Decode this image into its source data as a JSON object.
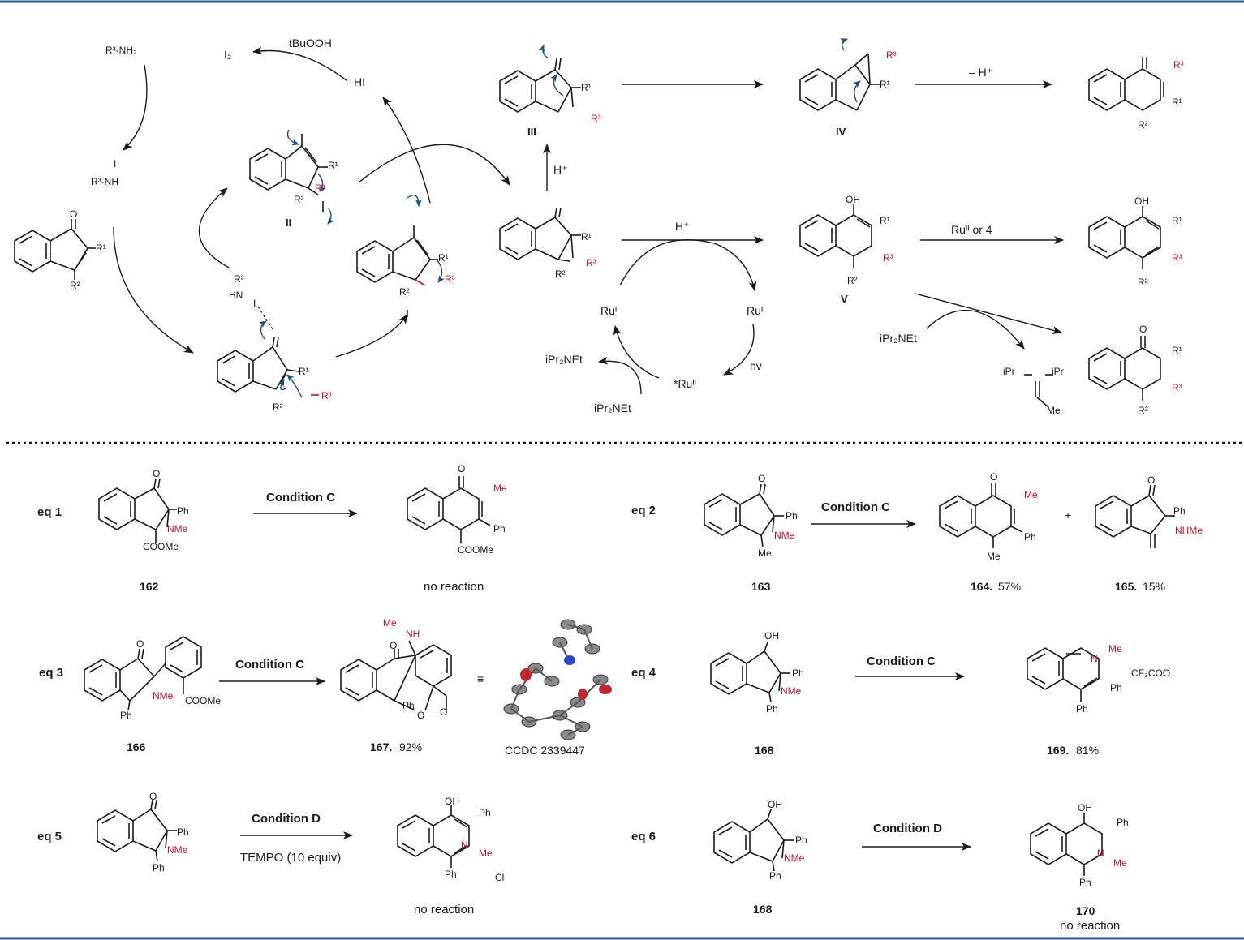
{
  "colors": {
    "frame": "#2e5c8a",
    "red": "#c8102e",
    "arrow": "#1f4f85",
    "ink": "#1a1a1a"
  },
  "top": {
    "cycle_left": {
      "i2": "I₂",
      "tbuooh": "tBuOOH",
      "hi": "HI",
      "amine": "R³-NH₂",
      "nI_amine_top": "I",
      "nI_amine_bottom": "R³-NH",
      "hn_label": "HN",
      "hn_r3": "R³",
      "hn_i": "I",
      "int_II_label": "II",
      "int_I_label": "I",
      "indenone_r1": "R¹",
      "indenone_r2": "R²",
      "indenone_o": "O"
    },
    "pathway_top": {
      "III_label": "III",
      "IV_label": "IV",
      "minus_h": "– H⁺",
      "h_plus_up": "H⁺"
    },
    "pathway_mid": {
      "h_plus": "H⁺",
      "ru_or_4": "Ruᴵᴵ or 4",
      "V_label": "V"
    },
    "photocycle": {
      "ru_i": "Ruᴵ",
      "ru_ii": "Ruᴵᴵ",
      "ru_star": "*Ruᴵᴵ",
      "hv": "hv",
      "amine_radical": "iPr₂NEt",
      "amine": "iPr₂NEt"
    },
    "side": {
      "amine_radical": "iPr₂NEt",
      "iminium_ipr_left": "iPr",
      "iminium_ipr_right": "iPr",
      "iminium_me": "Me"
    }
  },
  "equations": [
    {
      "eq": "eq 1",
      "condition": "Condition C",
      "substrate": "162",
      "product": "no reaction"
    },
    {
      "eq": "eq 2",
      "condition": "Condition C",
      "substrate": "163",
      "product_a": "164.",
      "yield_a": "57%",
      "plus": "+",
      "product_b": "165.",
      "yield_b": "15%"
    },
    {
      "eq": "eq 3",
      "condition": "Condition C",
      "substrate": "166",
      "product": "167.",
      "yield": "92%",
      "equiv": "≡",
      "ccdc": "CCDC 2339447"
    },
    {
      "eq": "eq 4",
      "condition": "Condition C",
      "substrate": "168",
      "product": "169.",
      "yield": "81%",
      "counterion": "CF₃COO"
    },
    {
      "eq": "eq 5",
      "condition": "Condition D",
      "additive": "TEMPO (10 equiv)",
      "result": "no reaction",
      "counterion": "Cl"
    },
    {
      "eq": "eq 6",
      "condition": "Condition D",
      "substrate": "168",
      "product": "170",
      "result": "no reaction"
    }
  ],
  "struct_labels": {
    "ph": "Ph",
    "me": "Me",
    "nme": "NMe",
    "n": "N",
    "oh": "OH",
    "o": "O",
    "coome": "COOMe",
    "nh": "NH",
    "nhme": "NHMe",
    "r1": "R¹",
    "r2": "R²",
    "r3": "R³"
  }
}
